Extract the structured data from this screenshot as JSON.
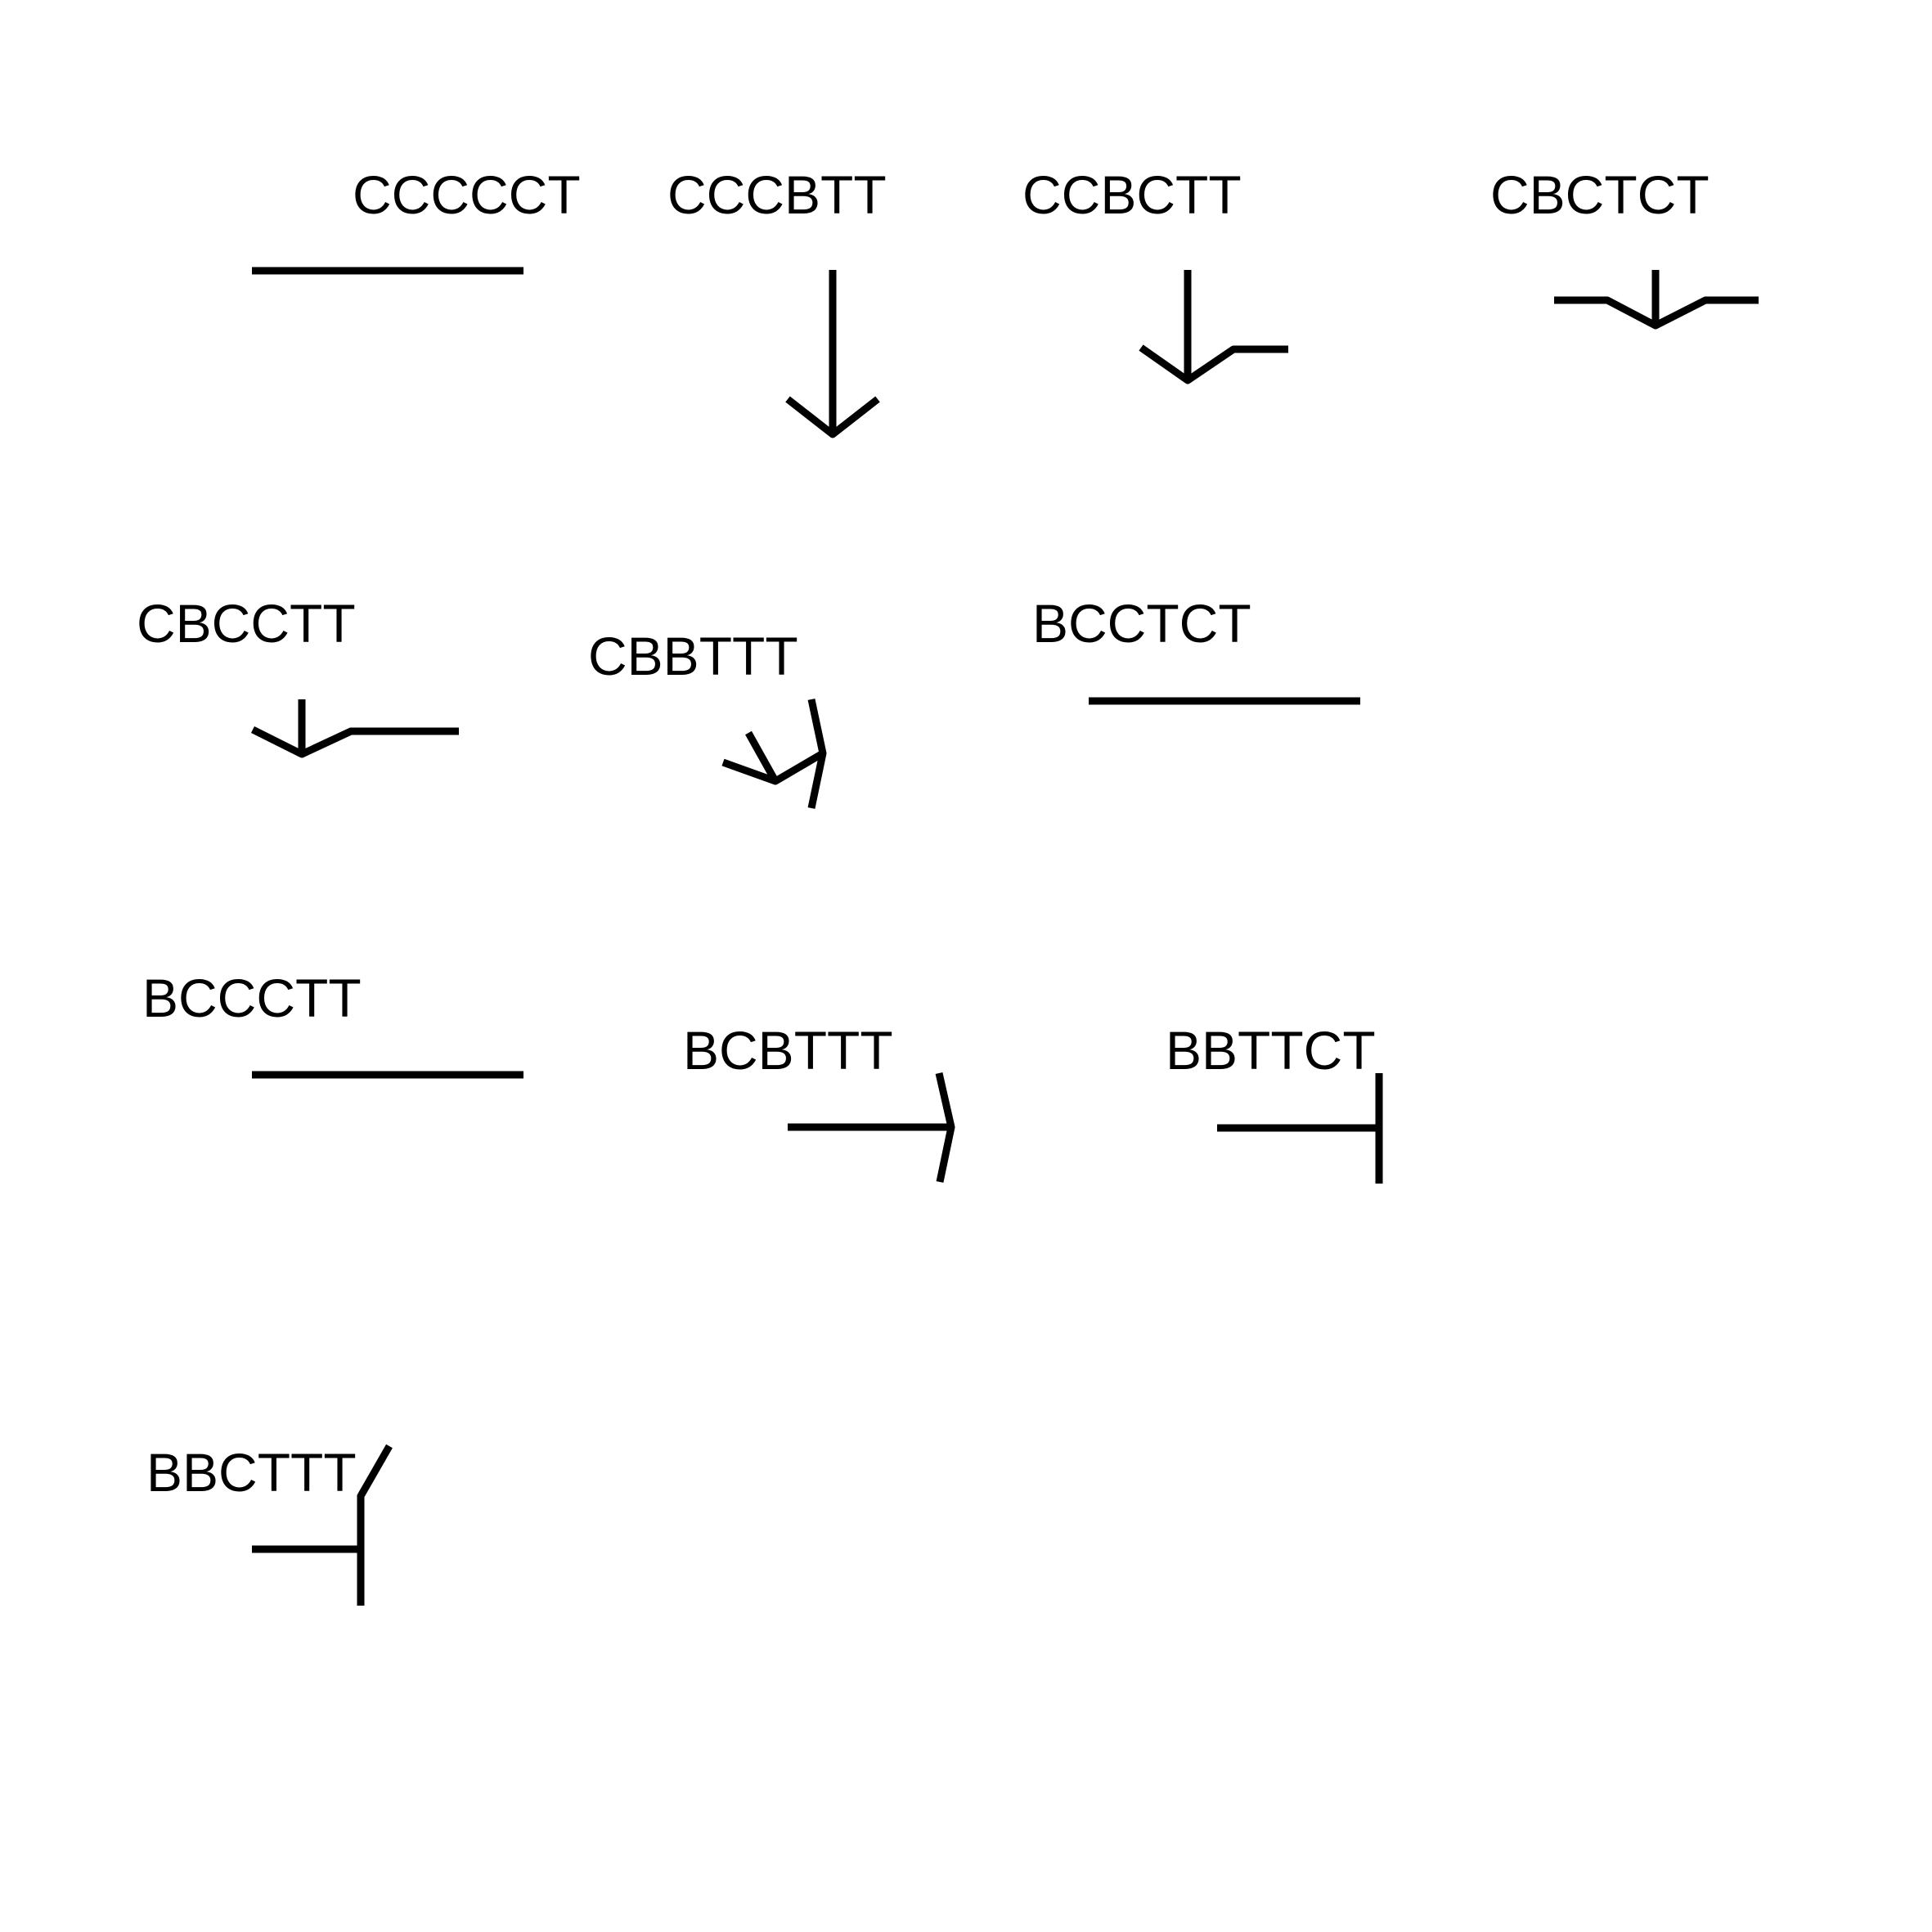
{
  "diagram": {
    "figures": [
      {
        "id": "ccccct",
        "label": "CCCCCT"
      },
      {
        "id": "cccbtt",
        "label": "CCCBTT"
      },
      {
        "id": "ccbctt",
        "label": "CCBCTT"
      },
      {
        "id": "cbctct",
        "label": "CBCTCT"
      },
      {
        "id": "cbcctt",
        "label": "CBCCTT"
      },
      {
        "id": "cbbttt",
        "label": "CBBTTT"
      },
      {
        "id": "bcctct",
        "label": "BCCTCT"
      },
      {
        "id": "bccctt",
        "label": "BCCCTT"
      },
      {
        "id": "bcbttt",
        "label": "BCBTTT"
      },
      {
        "id": "bbttct",
        "label": "BBTTCT"
      },
      {
        "id": "bbcttt",
        "label": "BBCTTT"
      }
    ]
  }
}
